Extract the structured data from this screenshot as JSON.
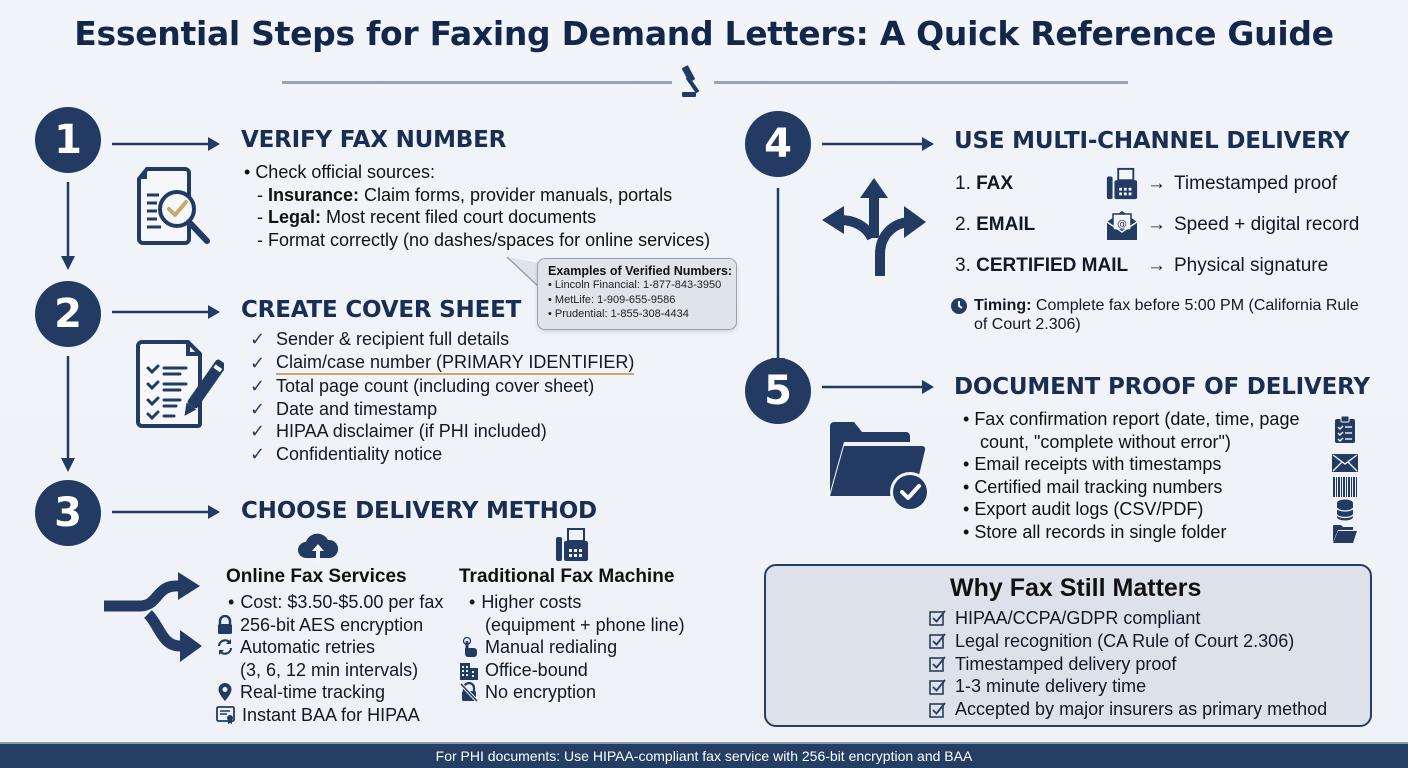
{
  "header": {
    "title": "Essential Steps for Faxing Demand Letters: A Quick Reference Guide",
    "icon": "gavel-icon"
  },
  "colors": {
    "navy": "#233b62",
    "heading": "#1a2d52",
    "gold_accent": "#c9a86a",
    "background": "#f1f4f8",
    "footer_bg": "#253f64"
  },
  "steps": [
    {
      "number": "1",
      "heading": "VERIFY FAX NUMBER",
      "icon": "document-search-icon",
      "bullet": "Check official sources:",
      "sub_items": [
        {
          "label": "Insurance:",
          "text": " Claim forms, provider manuals, portals"
        },
        {
          "label": "Legal:",
          "text": " Most recent filed court documents"
        },
        {
          "label": "",
          "text": "Format correctly (no dashes/spaces for online services)"
        }
      ],
      "callout": {
        "title": "Examples of Verified Numbers:",
        "items": [
          "Lincoln Financial: 1-877-843-3950",
          "MetLife: 1-909-655-9586",
          "Prudential: 1-855-308-4434"
        ]
      }
    },
    {
      "number": "2",
      "heading": "CREATE COVER SHEET",
      "icon": "checklist-pencil-icon",
      "items": [
        "Sender & recipient full details",
        "Claim/case number (PRIMARY IDENTIFIER)",
        "Total page count (including cover sheet)",
        "Date and timestamp",
        "HIPAA disclaimer (if PHI included)",
        "Confidentiality notice"
      ],
      "check_glyph": "✓"
    },
    {
      "number": "3",
      "heading": "CHOOSE DELIVERY METHOD",
      "icon": "split-arrows-icon",
      "online": {
        "title": "Online Fax Services",
        "icon": "cloud-upload-icon",
        "items": [
          {
            "icon": "bullet",
            "text": "Cost: $3.50-$5.00 per fax"
          },
          {
            "icon": "lock-icon",
            "text": "256-bit AES encryption"
          },
          {
            "icon": "refresh-icon",
            "text": "Automatic retries"
          },
          {
            "icon": "",
            "text": "(3, 6, 12 min intervals)"
          },
          {
            "icon": "location-pin-icon",
            "text": "Real-time tracking"
          },
          {
            "icon": "certificate-icon",
            "text": "Instant BAA for HIPAA"
          }
        ]
      },
      "traditional": {
        "title": "Traditional Fax Machine",
        "icon": "fax-machine-icon",
        "items": [
          {
            "icon": "bullet",
            "text": "Higher costs"
          },
          {
            "icon": "",
            "text": "(equipment + phone line)"
          },
          {
            "icon": "hand-tap-icon",
            "text": "Manual redialing"
          },
          {
            "icon": "building-icon",
            "text": "Office-bound"
          },
          {
            "icon": "no-lock-icon",
            "text": "No encryption"
          }
        ]
      }
    },
    {
      "number": "4",
      "heading": "USE MULTI-CHANNEL DELIVERY",
      "icon": "three-way-arrows-icon",
      "channels": [
        {
          "num": "1. ",
          "label": "FAX",
          "icon": "fax-machine-icon",
          "result": "Timestamped proof"
        },
        {
          "num": "2. ",
          "label": "EMAIL",
          "icon": "email-open-icon",
          "result": "Speed + digital record"
        },
        {
          "num": "3. ",
          "label": "CERTIFIED MAIL",
          "icon": "",
          "result": "Physical signature"
        }
      ],
      "arrow_glyph": "→",
      "timing_label": "Timing:",
      "timing_text": " Complete fax before 5:00 PM (California Rule",
      "timing_text2": "of Court 2.306)"
    },
    {
      "number": "5",
      "heading": "DOCUMENT PROOF OF DELIVERY",
      "icon": "folder-check-icon",
      "items": [
        {
          "text": "Fax confirmation report (date, time, page",
          "text2": "count, \"complete without error\")",
          "icon": "clipboard-icon"
        },
        {
          "text": "Email receipts with timestamps",
          "icon": "envelope-icon"
        },
        {
          "text": "Certified mail tracking numbers",
          "icon": "barcode-icon"
        },
        {
          "text": "Export audit logs (CSV/PDF)",
          "icon": "database-icon"
        },
        {
          "text": "Store all records in single folder",
          "icon": "folder-open-icon"
        }
      ]
    }
  ],
  "why_fax": {
    "title": "Why Fax Still Matters",
    "items": [
      "HIPAA/CCPA/GDPR compliant",
      "Legal recognition (CA Rule of Court 2.306)",
      "Timestamped delivery proof",
      "1-3 minute delivery time",
      "Accepted by major insurers as primary method"
    ]
  },
  "footer": {
    "text": "For PHI documents: Use HIPAA-compliant fax service with 256-bit encryption and BAA"
  }
}
